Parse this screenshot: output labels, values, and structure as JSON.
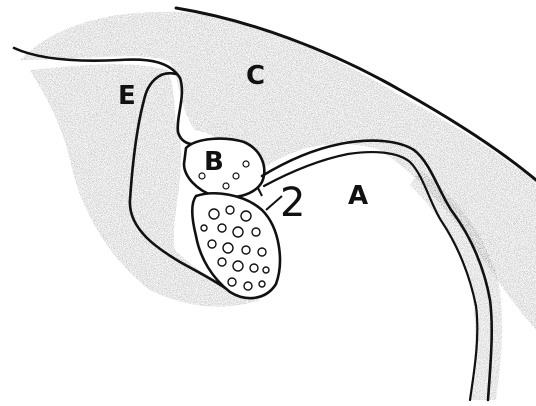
{
  "figure": {
    "labels": {
      "a": "A",
      "b": "B",
      "c": "C",
      "e": "E",
      "pointer": "2"
    },
    "colors": {
      "ink": "#111111",
      "stipple": "#8a8a8a",
      "paper": "#ffffff"
    }
  }
}
